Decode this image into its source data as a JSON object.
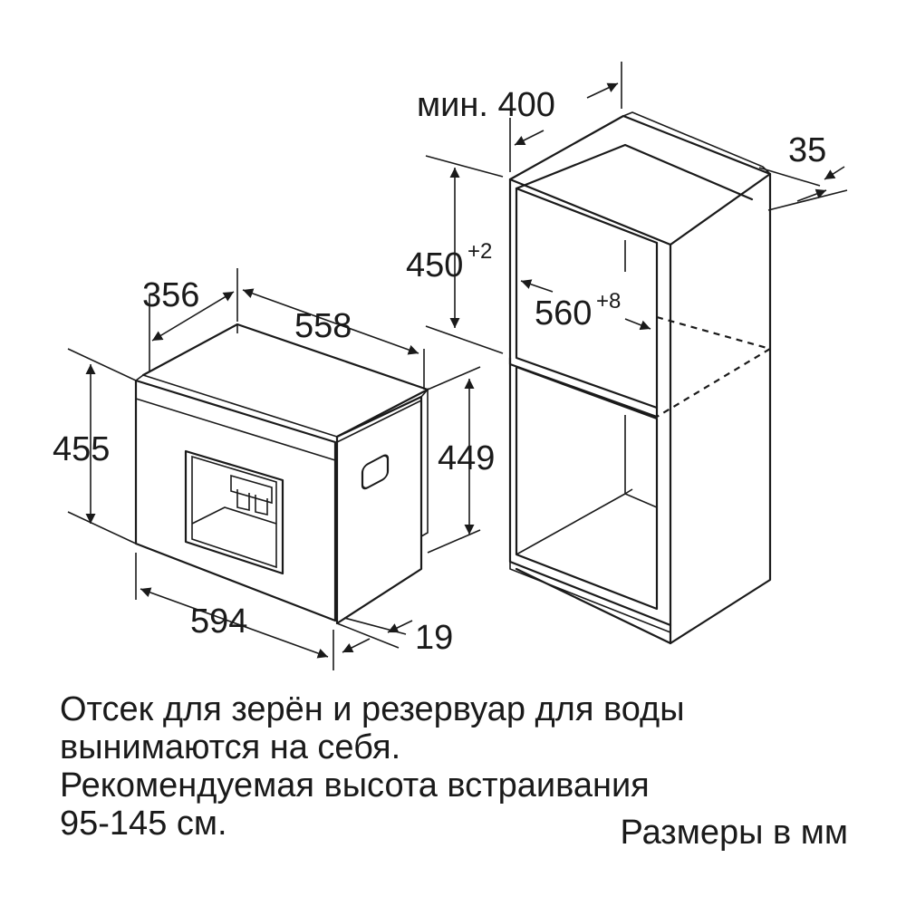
{
  "dimensions": {
    "appliance_depth_front": "356",
    "appliance_depth": "558",
    "appliance_height": "455",
    "appliance_inner_height": "449",
    "appliance_width": "594",
    "front_panel_thickness": "19",
    "niche_min_depth": "мин. 400",
    "niche_height": "450",
    "niche_height_tolerance": "+2",
    "niche_width": "560",
    "niche_width_tolerance": "+8",
    "niche_back_gap": "35"
  },
  "notes": [
    "Отсек для зерён и резервуар для воды",
    "вынимаются на себя.",
    "Рекомендуемая высота встраивания",
    "95-145 см."
  ],
  "units_label": "Размеры в мм"
}
